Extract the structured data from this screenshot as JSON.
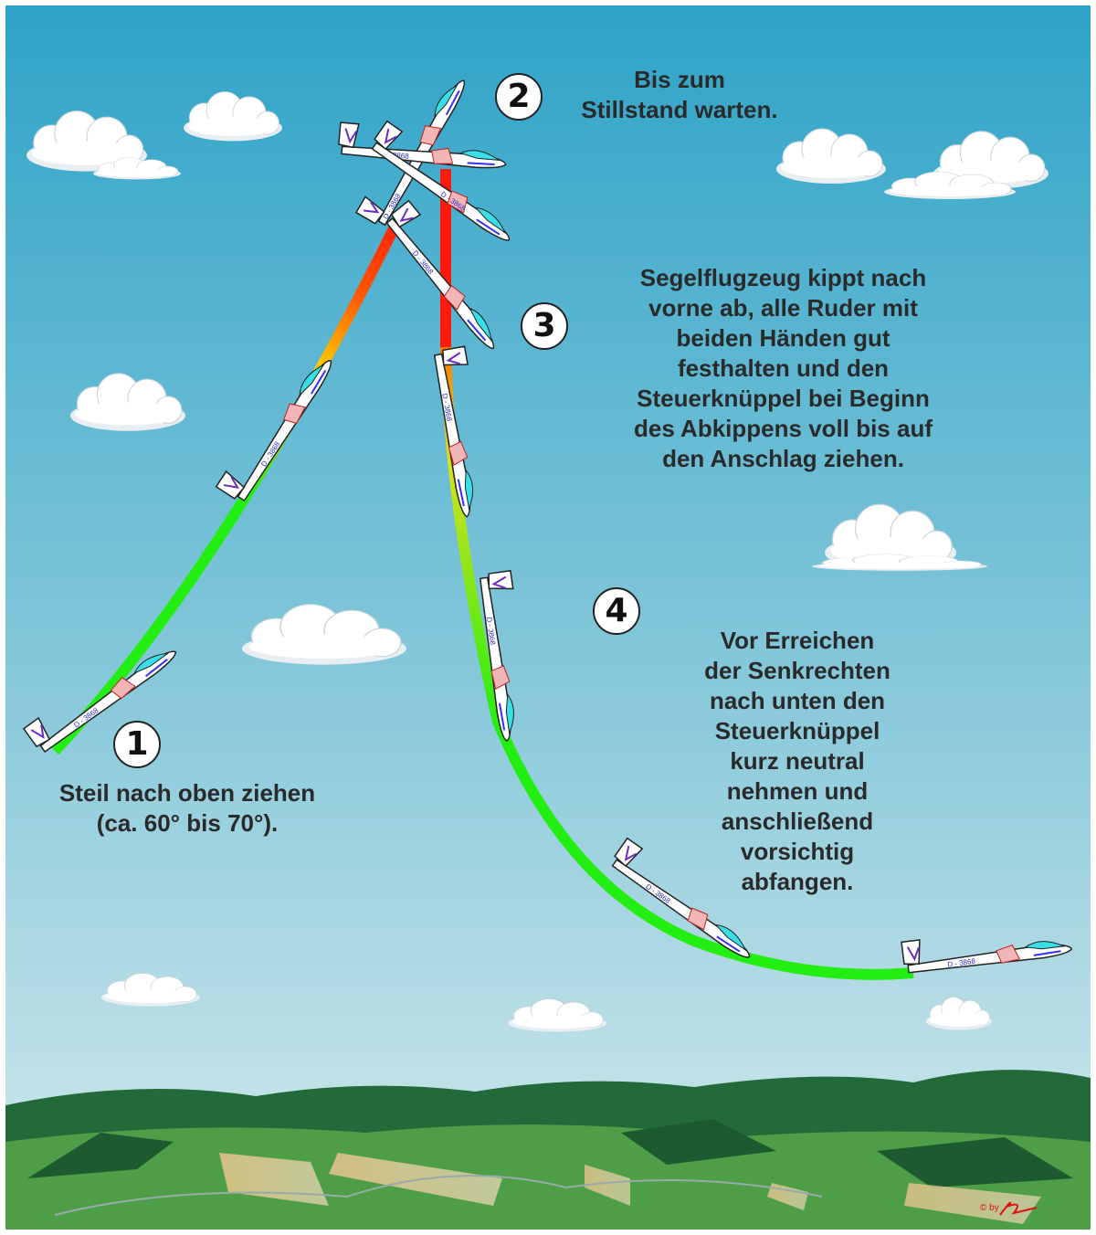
{
  "colors": {
    "sky_top": "#2ea3c8",
    "sky_bottom": "#cfe6ea",
    "path_green": "#22ee11",
    "path_yellow": "#ffd000",
    "path_red": "#ff1a0a",
    "hill_dark": "#236a3a",
    "ground": "#4e9e48"
  },
  "registration": "D - 3868",
  "steps": [
    {
      "number": "1",
      "lines": [
        "Steil nach oben ziehen",
        "(ca. 60° bis 70°)."
      ]
    },
    {
      "number": "2",
      "lines": [
        "Bis zum",
        "Stillstand warten."
      ]
    },
    {
      "number": "3",
      "lines": [
        "Segelflugzeug kippt nach",
        "vorne ab, alle Ruder mit",
        "beiden Händen gut",
        "festhalten und den",
        "Steuerknüppel bei Beginn",
        "des Abkippens voll bis auf",
        "den Anschlag ziehen."
      ]
    },
    {
      "number": "4",
      "lines": [
        "Vor Erreichen",
        "der Senkrechten",
        "nach unten den",
        "Steuerknüppel",
        "kurz neutral",
        "nehmen und",
        "anschließend",
        "vorsichtig",
        "abfangen."
      ]
    }
  ],
  "copyright": "© by"
}
